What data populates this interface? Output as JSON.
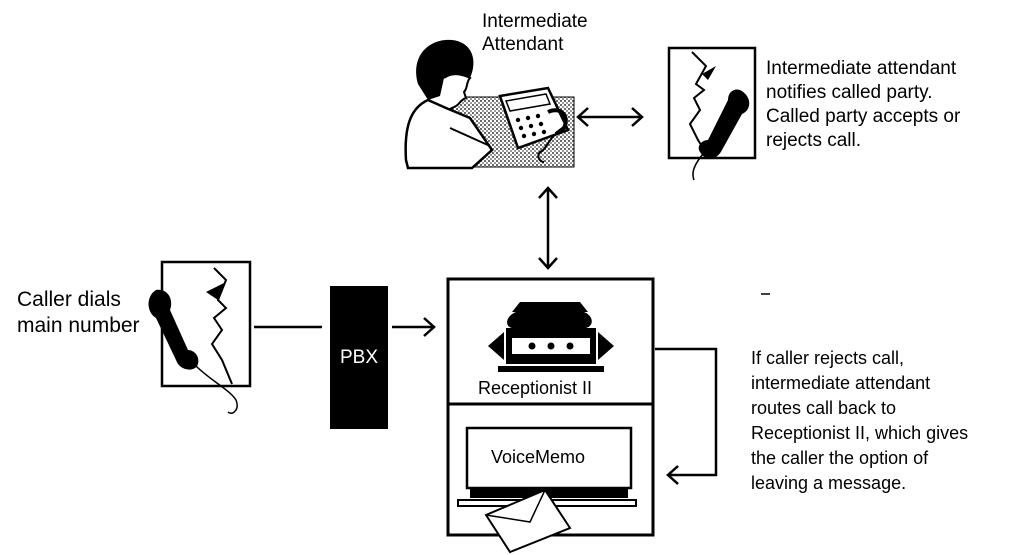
{
  "labels": {
    "intermediate_attendant": [
      "Intermediate",
      "Attendant"
    ],
    "notify_note": [
      "Intermediate attendant",
      "notifies called party.",
      "Called party accepts or",
      "rejects call."
    ],
    "caller_note": [
      "Caller dials",
      "main number"
    ],
    "pbx": "PBX",
    "receptionist": "Receptionist II",
    "voicememo": "VoiceMemo",
    "reject_note": [
      "If caller rejects call,",
      "intermediate attendant",
      "routes call back to",
      "Receptionist II, which gives",
      "the caller the option of",
      "leaving a message."
    ],
    "stray_mark": "-"
  },
  "icons": [
    "attendant-person-icon",
    "desk-phone-icon",
    "called-party-phone-icon",
    "caller-phone-icon",
    "receptionist-phone-icon",
    "voicememo-envelope-icon"
  ],
  "colors": {
    "ink": "#000000",
    "shade": "#9a9a9a",
    "paper": "#ffffff"
  }
}
